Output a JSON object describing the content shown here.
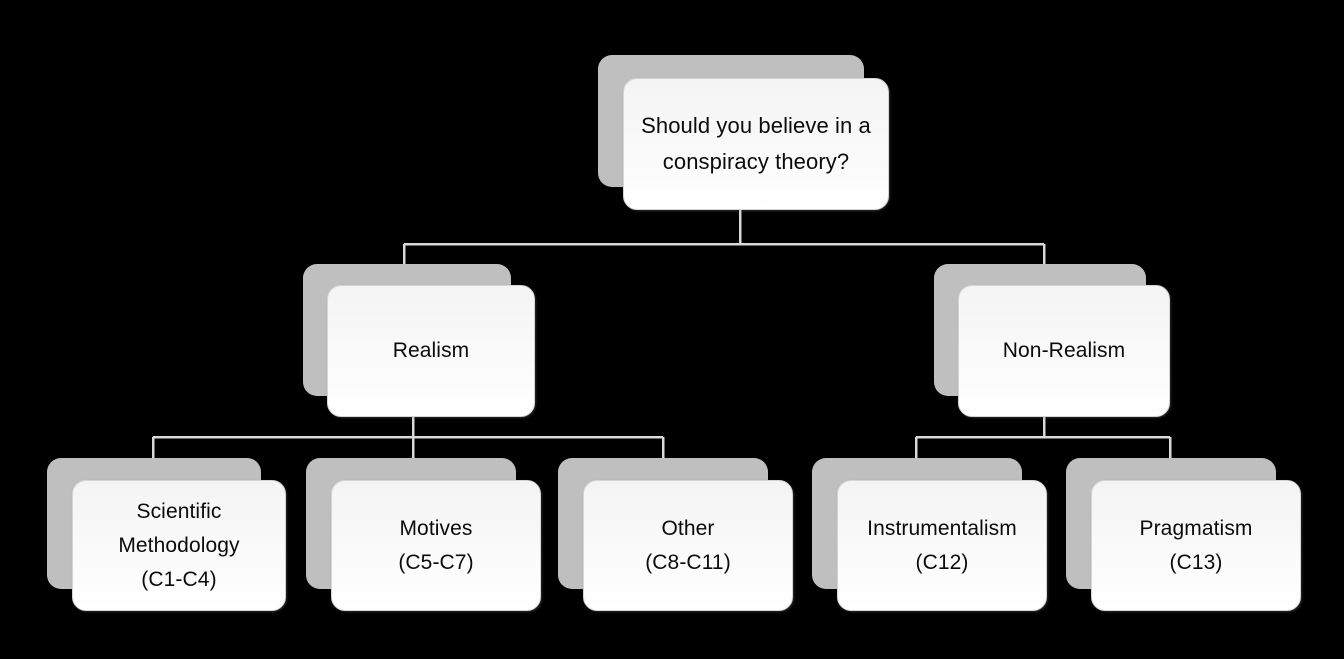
{
  "diagram": {
    "title": "Should you believe in a conspiracy theory?",
    "type": "tree",
    "background_color": "#000000",
    "node_face_color": "#ffffff",
    "node_shadow_color": "#bfbfbf",
    "connector_color": "#d9d9d9",
    "text_color": "#0b0b0b"
  },
  "nodes": {
    "root": {
      "label": "Should you believe in a\nconspiracy theory?",
      "level": 0
    },
    "realism": {
      "label": "Realism",
      "level": 1
    },
    "non_realism": {
      "label": "Non-Realism",
      "level": 1
    },
    "scientific_methodology": {
      "label": "Scientific\nMethodology\n(C1-C4)",
      "level": 2,
      "code_range": "C1-C4"
    },
    "motives": {
      "label": "Motives\n(C5-C7)",
      "level": 2,
      "code_range": "C5-C7"
    },
    "other": {
      "label": "Other\n(C8-C11)",
      "level": 2,
      "code_range": "C8-C11"
    },
    "instrumentalism": {
      "label": "Instrumentalism\n(C12)",
      "level": 2,
      "code_range": "C12"
    },
    "pragmatism": {
      "label": "Pragmatism\n(C13)",
      "level": 2,
      "code_range": "C13"
    }
  },
  "edges": [
    {
      "from": "root",
      "to": "realism"
    },
    {
      "from": "root",
      "to": "non_realism"
    },
    {
      "from": "realism",
      "to": "scientific_methodology"
    },
    {
      "from": "realism",
      "to": "motives"
    },
    {
      "from": "realism",
      "to": "other"
    },
    {
      "from": "non_realism",
      "to": "instrumentalism"
    },
    {
      "from": "non_realism",
      "to": "pragmatism"
    }
  ]
}
